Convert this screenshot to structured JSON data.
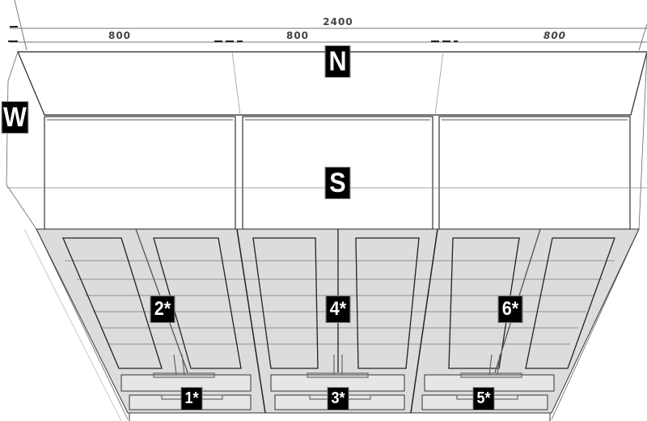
{
  "dimensions": {
    "total": "2400",
    "left": "800",
    "middle": "800",
    "right": "800"
  },
  "orientation_labels": {
    "north": "N",
    "south": "S",
    "west": "W"
  },
  "module_labels": {
    "m1": "1*",
    "m2": "2*",
    "m3": "3*",
    "m4": "4*",
    "m5": "5*",
    "m6": "6*"
  },
  "colors": {
    "panel_fill": "#dcdcdc",
    "line": "#333333",
    "label_bg": "#000000"
  }
}
